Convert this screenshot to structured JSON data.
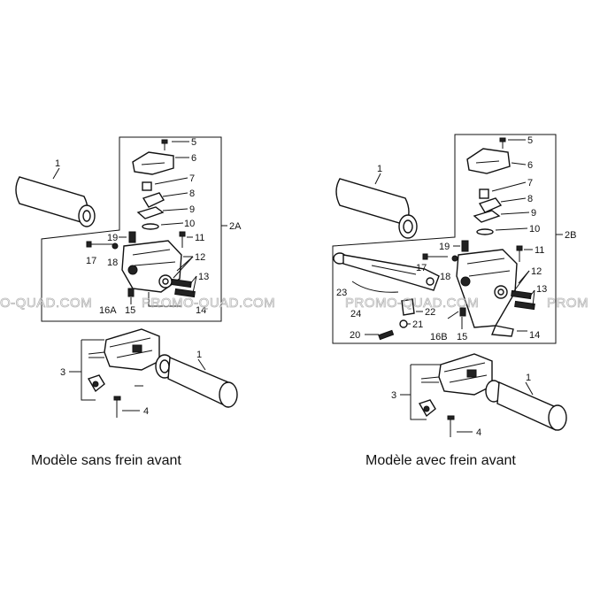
{
  "captions": {
    "left": "Modèle sans frein avant",
    "right": "Modèle avec frein avant"
  },
  "watermarks": [
    "O-QUAD.COM",
    "PROMO-QUAD.COM",
    "PROMO-QUAD.COM",
    "PROM"
  ],
  "left_labels": {
    "l1a": "1",
    "l5": "5",
    "l6": "6",
    "l7": "7",
    "l8": "8",
    "l9": "9",
    "l10": "10",
    "l2A": "2A",
    "l11": "11",
    "l19": "19",
    "l17": "17",
    "l18": "18",
    "l12": "12",
    "l13": "13",
    "l14": "14",
    "l15": "15",
    "l16A": "16A",
    "l3": "3",
    "l1b": "1",
    "l4": "4"
  },
  "right_labels": {
    "r1a": "1",
    "r5": "5",
    "r6": "6",
    "r7": "7",
    "r8": "8",
    "r9": "9",
    "r10": "10",
    "r2B": "2B",
    "r11": "11",
    "r19": "19",
    "r17": "17",
    "r18": "18",
    "r12": "12",
    "r13": "13",
    "r14": "14",
    "r15": "15",
    "r16B": "16B",
    "r23": "23",
    "r24": "24",
    "r22": "22",
    "r21": "21",
    "r20": "20",
    "r3": "3",
    "r1b": "1",
    "r4": "4"
  }
}
